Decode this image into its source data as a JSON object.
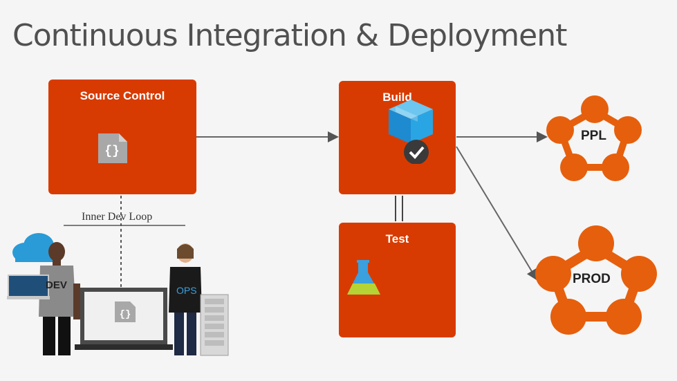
{
  "title": "Continuous Integration & Deployment",
  "boxes": {
    "source_control": "Source Control",
    "build": "Build",
    "test": "Test"
  },
  "environments": {
    "ppl": "PPL",
    "prod": "PROD"
  },
  "inner_loop": "Inner Dev Loop",
  "people": {
    "dev_shirt": "DEV",
    "ops_shirt": "OPS"
  },
  "icons": {
    "code_file": "{}",
    "laptop_code_file": "{}"
  },
  "colors": {
    "accent": "#d83b01",
    "node": "#e65f0c",
    "cloud": "#2a9bd6"
  }
}
